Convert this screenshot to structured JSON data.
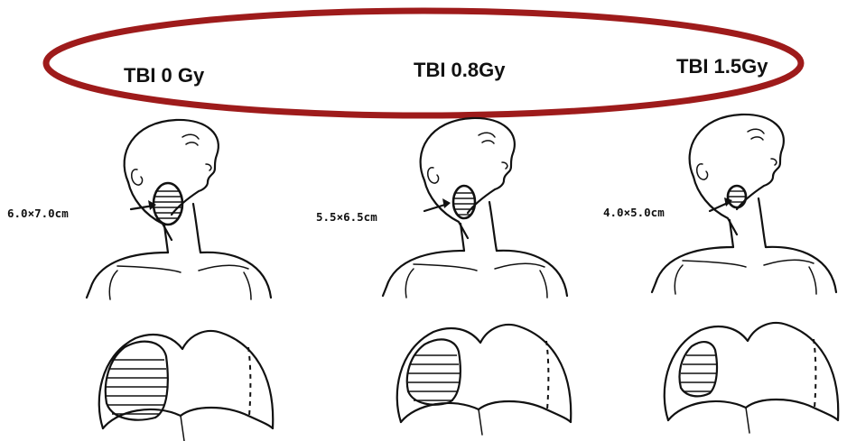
{
  "colors": {
    "highlight_ellipse": "#9e1b1b",
    "line_art": "#111111",
    "background": "#ffffff"
  },
  "groups": [
    {
      "heading": "TBI 0 Gy",
      "tumor_size": "6.0×7.0cm"
    },
    {
      "heading": "TBI 0.8Gy",
      "tumor_size": "5.5×6.5cm"
    },
    {
      "heading": "TBI 1.5Gy",
      "tumor_size": "4.0×5.0cm"
    }
  ]
}
